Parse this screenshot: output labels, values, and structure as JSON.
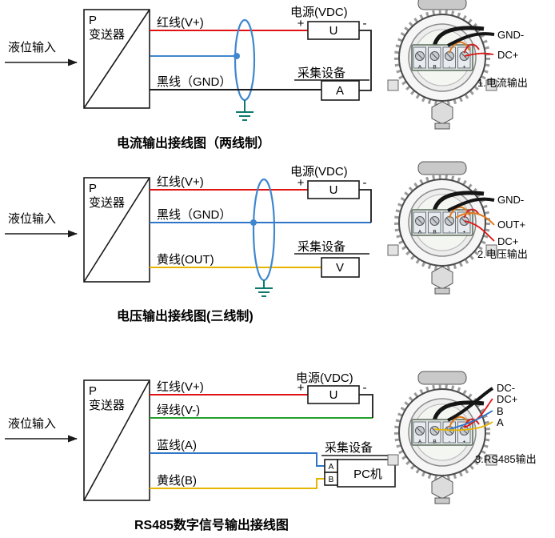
{
  "colors": {
    "red_wire": "#e01212",
    "black_wire": "#1a1a1a",
    "blue_wire": "#2e75c8",
    "yellow_wire": "#e6b400",
    "orange_wire": "#e07a1e",
    "green_wire": "#22a02a",
    "shield_blue": "#3f87cf",
    "ground_teal": "#0f7b6f"
  },
  "device_terminal_marks": [
    "A",
    "B",
    "-",
    "+"
  ],
  "sections": [
    {
      "caption": "电流输出接线图（两线制）",
      "input_label": "液位输入",
      "transmitter": {
        "symbol": "P",
        "name": "变送器"
      },
      "wire_labels": {
        "w1": "红线(V+)",
        "w2": "黑线（GND）"
      },
      "power": {
        "title": "电源(VDC)",
        "plus": "+",
        "minus": "-",
        "unit": "U"
      },
      "collector": {
        "title": "采集设备",
        "unit": "A"
      },
      "photo": {
        "labels": [
          "GND-",
          "DC+"
        ],
        "caption": "1.电流输出"
      }
    },
    {
      "caption": "电压输出接线图(三线制)",
      "input_label": "液位输入",
      "transmitter": {
        "symbol": "P",
        "name": "变送器"
      },
      "wire_labels": {
        "w1": "红线(V+)",
        "w2": "黑线（GND）",
        "w3": "黄线(OUT)"
      },
      "power": {
        "title": "电源(VDC)",
        "plus": "+",
        "minus": "-",
        "unit": "U"
      },
      "collector": {
        "title": "采集设备",
        "unit": "V"
      },
      "photo": {
        "labels": [
          "GND-",
          "OUT+",
          "DC+"
        ],
        "caption": "2.电压输出"
      }
    },
    {
      "caption": "RS485数字信号输出接线图",
      "input_label": "液位输入",
      "transmitter": {
        "symbol": "P",
        "name": "变送器"
      },
      "wire_labels": {
        "w1": "红线(V+)",
        "w2": "绿线(V-)",
        "w3": "蓝线(A)",
        "w4": "黄线(B)"
      },
      "power": {
        "title": "电源(VDC)",
        "plus": "+",
        "minus": "-",
        "unit": "U"
      },
      "collector": {
        "title": "采集设备",
        "pc": "PC机",
        "port_a": "A",
        "port_b": "B"
      },
      "photo": {
        "labels": [
          "DC-",
          "DC+",
          "B",
          "A"
        ],
        "caption": "3.RS485输出"
      }
    }
  ]
}
